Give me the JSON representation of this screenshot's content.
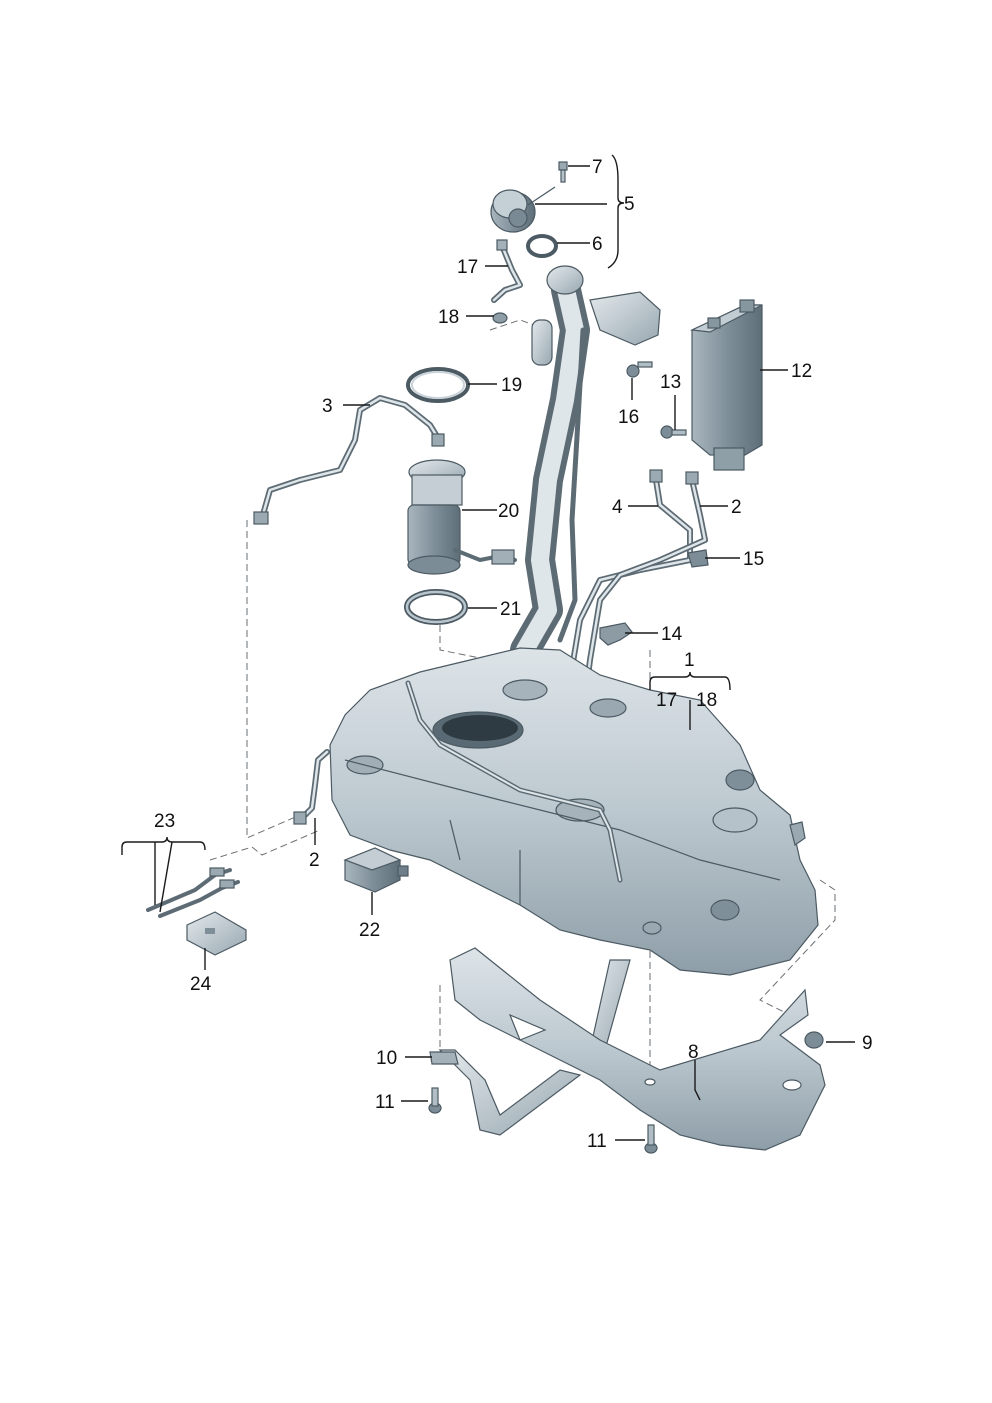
{
  "colors": {
    "part_fill": "#c9d3d9",
    "part_shade": "#9eacb5",
    "part_dark": "#6f7f89",
    "outline": "#4c5a63",
    "label": "#111111"
  },
  "callouts": [
    {
      "id": "c7",
      "text": "7"
    },
    {
      "id": "c5",
      "text": "5"
    },
    {
      "id": "c6",
      "text": "6"
    },
    {
      "id": "c17a",
      "text": "17"
    },
    {
      "id": "c18a",
      "text": "18"
    },
    {
      "id": "c12",
      "text": "12"
    },
    {
      "id": "c13",
      "text": "13"
    },
    {
      "id": "c16",
      "text": "16"
    },
    {
      "id": "c19",
      "text": "19"
    },
    {
      "id": "c3",
      "text": "3"
    },
    {
      "id": "c20",
      "text": "20"
    },
    {
      "id": "c4",
      "text": "4"
    },
    {
      "id": "c2a",
      "text": "2"
    },
    {
      "id": "c15",
      "text": "15"
    },
    {
      "id": "c21",
      "text": "21"
    },
    {
      "id": "c14",
      "text": "14"
    },
    {
      "id": "c1",
      "text": "1"
    },
    {
      "id": "c17b",
      "text": "17"
    },
    {
      "id": "c18b",
      "text": "18"
    },
    {
      "id": "c23",
      "text": "23"
    },
    {
      "id": "c2b",
      "text": "2"
    },
    {
      "id": "c22",
      "text": "22"
    },
    {
      "id": "c24",
      "text": "24"
    },
    {
      "id": "c9",
      "text": "9"
    },
    {
      "id": "c10",
      "text": "10"
    },
    {
      "id": "c8",
      "text": "8"
    },
    {
      "id": "c11a",
      "text": "11"
    },
    {
      "id": "c11b",
      "text": "11"
    }
  ]
}
